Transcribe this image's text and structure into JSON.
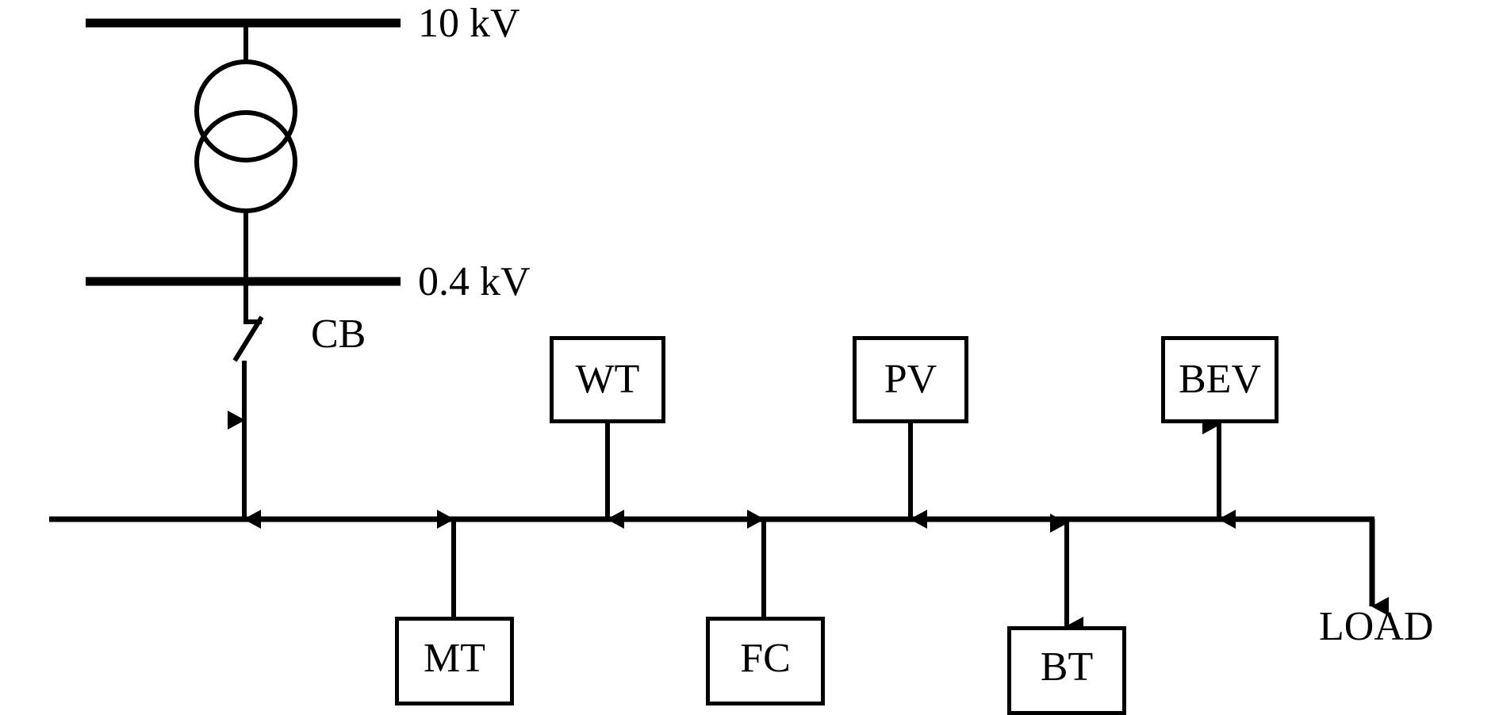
{
  "diagram": {
    "title": "Microgrid single-line diagram",
    "type": "single-line-electrical-diagram",
    "stroke_color": "#000000",
    "background_color": "#ffffff",
    "buses": [
      {
        "id": "hv-bus",
        "label": "10 kV",
        "level": "10 kV"
      },
      {
        "id": "lv-bus",
        "label": "0.4 kV",
        "level": "0.4 kV"
      },
      {
        "id": "mg-bus",
        "label": "",
        "level": "microgrid bus"
      }
    ],
    "labels": {
      "hv_bus": "10 kV",
      "lv_bus": "0.4 kV",
      "circuit_breaker": "CB",
      "load": "LOAD"
    },
    "transformer": {
      "name": "two-winding transformer",
      "symbol": "double-circle"
    },
    "units": [
      {
        "id": "wt",
        "label": "WT",
        "row": "top",
        "flow": "down",
        "arrow": "unidirectional"
      },
      {
        "id": "pv",
        "label": "PV",
        "row": "top",
        "flow": "down",
        "arrow": "unidirectional"
      },
      {
        "id": "bev",
        "label": "BEV",
        "row": "top",
        "flow": "bidirectional",
        "arrow": "bidirectional"
      },
      {
        "id": "mt",
        "label": "MT",
        "row": "bottom",
        "flow": "up",
        "arrow": "unidirectional"
      },
      {
        "id": "fc",
        "label": "FC",
        "row": "bottom",
        "flow": "up",
        "arrow": "unidirectional"
      },
      {
        "id": "bt",
        "label": "BT",
        "row": "bottom",
        "flow": "bidirectional",
        "arrow": "bidirectional"
      }
    ],
    "grid_connection": {
      "label": "CB",
      "flow": "bidirectional",
      "arrow": "bidirectional"
    }
  }
}
